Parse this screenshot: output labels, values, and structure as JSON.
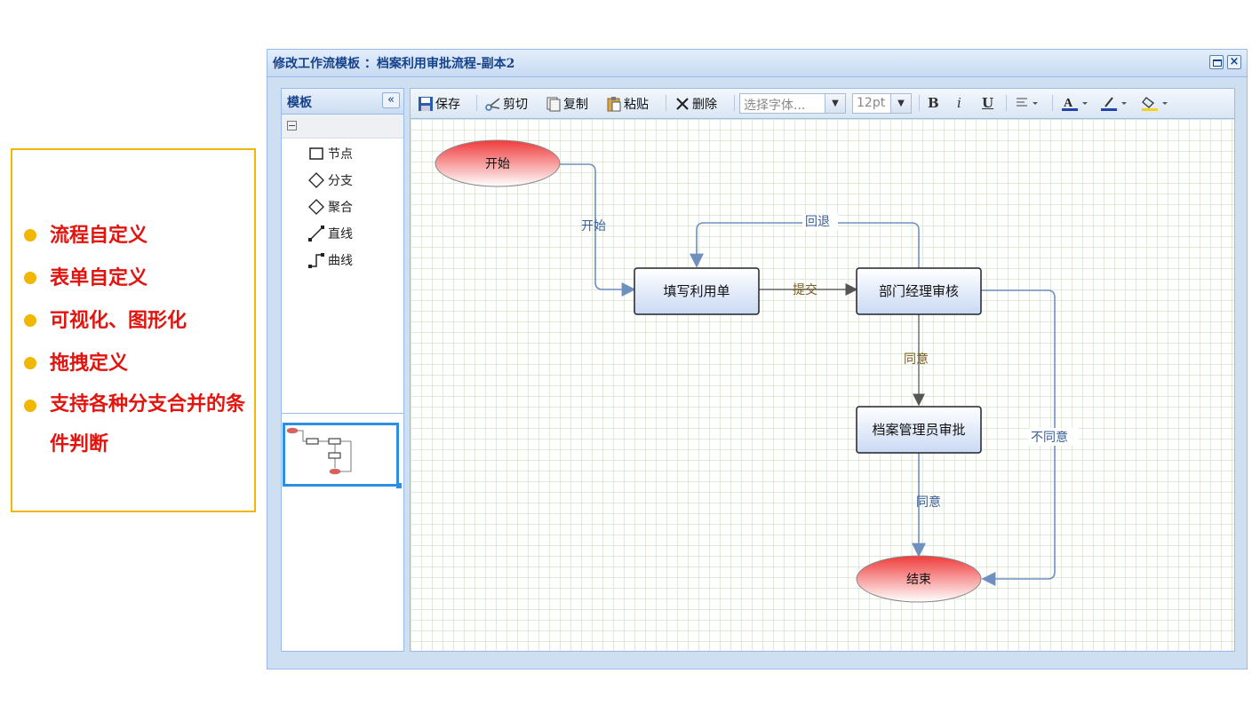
{
  "features": [
    "流程自定义",
    "表单自定义",
    "可视化、图形化",
    "拖拽定义",
    "支持各种分支合并的条件判断"
  ],
  "window": {
    "title": "修改工作流模板 ：档案利用审批流程-副本2",
    "close_icon": "×"
  },
  "left_panel": {
    "title": "模板",
    "collapse_icon": "«",
    "tree_toggle": "−",
    "tools": [
      {
        "label": "节点",
        "icon": "node-icon"
      },
      {
        "label": "分支",
        "icon": "branch-icon"
      },
      {
        "label": "聚合",
        "icon": "merge-icon"
      },
      {
        "label": "直线",
        "icon": "line-icon"
      },
      {
        "label": "曲线",
        "icon": "curve-icon"
      }
    ]
  },
  "toolbar": {
    "save": "保存",
    "cut": "剪切",
    "copy": "复制",
    "paste": "粘贴",
    "delete": "删除",
    "font_placeholder": "选择字体...",
    "font_size": "12pt",
    "bold": "B",
    "italic": "i",
    "underline": "U"
  },
  "diagram": {
    "nodes": {
      "start": "开始",
      "fill_form": "填写利用单",
      "dept_review": "部门经理审核",
      "archive_approve": "档案管理员审批",
      "end": "结束"
    },
    "edges": {
      "start_to_fill": "开始",
      "submit": "提交",
      "rollback": "回退",
      "agree1": "同意",
      "agree2": "同意",
      "disagree": "不同意"
    }
  },
  "colors": {
    "feature_text": "#e3130e",
    "feature_border": "#f2b705",
    "edge_blue": "#6f8fbf",
    "edge_brown": "#7a5a1e"
  }
}
